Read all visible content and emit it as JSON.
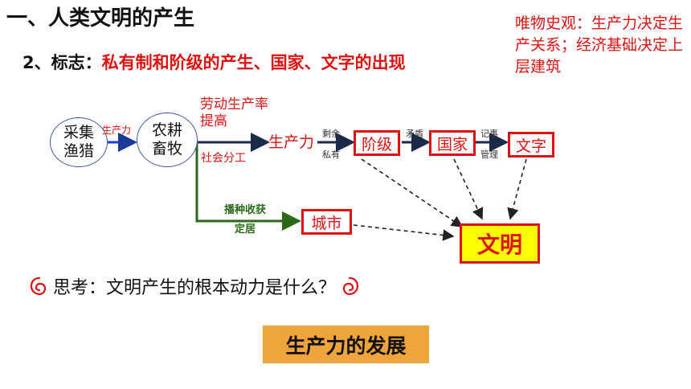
{
  "header": {
    "title": "一、人类文明的产生",
    "subtitle_prefix": "2、标志：",
    "subtitle_highlight": "私有制和阶级的产生、国家、文字的出现"
  },
  "note": "唯物史观：生产力决定生产关系；经济基础决定上层建筑",
  "diagram": {
    "node_gather": "采集渔猎",
    "node_farm": "农耕畜牧",
    "edge_productivity_small": "生产力",
    "label_labor": "劳动生产率提高",
    "label_division": "社会分工",
    "label_productivity": "生产力",
    "edge_surplus": "剩余",
    "edge_private": "私有",
    "node_class": "阶级",
    "edge_conflict": "矛盾",
    "node_state": "国家",
    "edge_record": "记事",
    "edge_manage": "管理",
    "node_writing": "文字",
    "label_harvest": "播种收获",
    "label_settle": "定居",
    "node_city": "城市",
    "node_civilization": "文明"
  },
  "question": "思考：文明产生的根本动力是什么？",
  "answer": "生产力的发展",
  "colors": {
    "accent_red": "#e01010",
    "node_border": "#3b56a8",
    "highlight": "#ffff00",
    "answer_bg": "#f0a43c",
    "green": "#2a6a18"
  }
}
